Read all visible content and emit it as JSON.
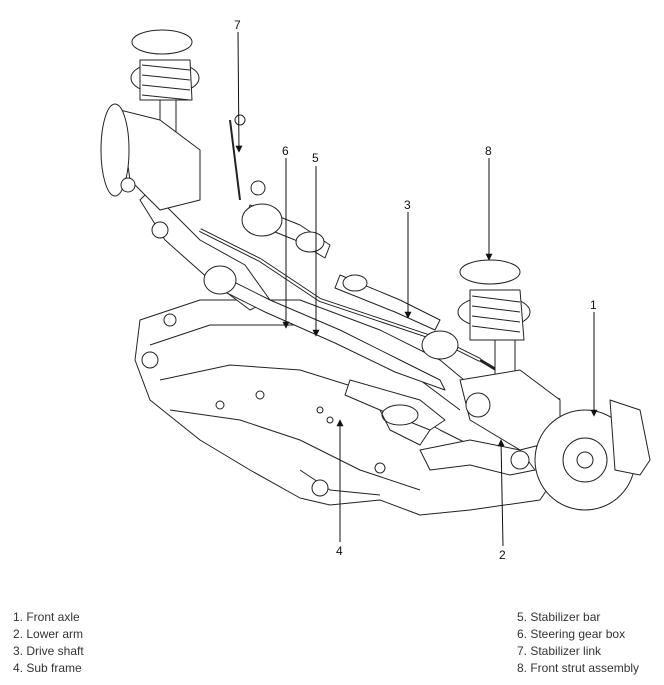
{
  "callouts": [
    "1",
    "2",
    "3",
    "4",
    "5",
    "6",
    "7",
    "8"
  ],
  "legend": {
    "left": [
      "1. Front axle",
      "2. Lower arm",
      "3. Drive shaft",
      "4. Sub frame"
    ],
    "right": [
      "5. Stabilizer bar",
      "6. Steering gear box",
      "7. Stabilizer link",
      "8. Front strut assembly"
    ]
  }
}
